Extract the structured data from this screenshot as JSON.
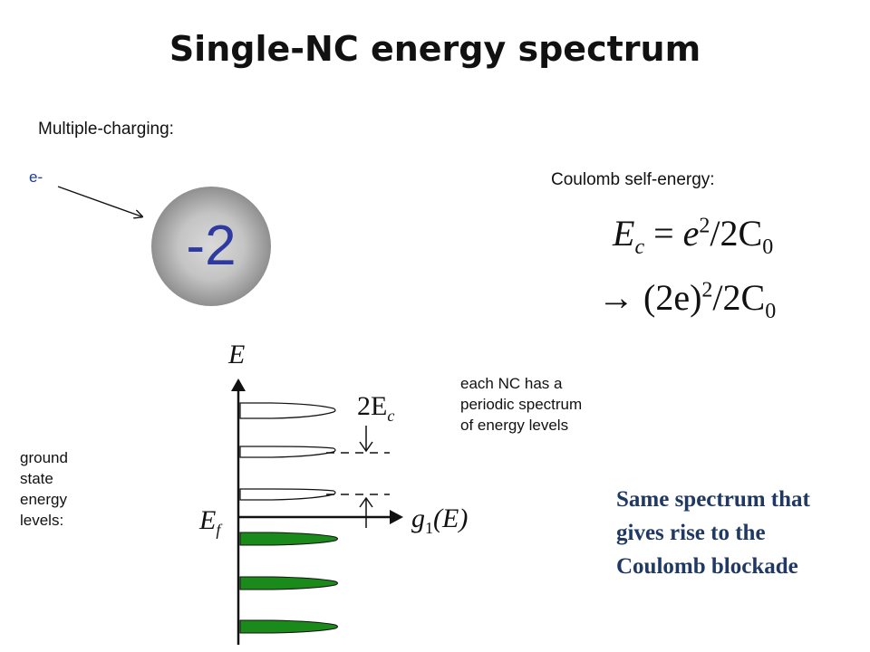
{
  "title": "Single-NC energy spectrum",
  "multiple_charging_label": "Multiple-charging:",
  "electron_label": "e-",
  "charge_value": "-2",
  "coulomb_label": "Coulomb self-energy:",
  "equation1": {
    "lhs": "E",
    "lhs_sub": "c",
    "eq_e": "e",
    "eq_e_sup": "2",
    "eq_denominator": "/2C",
    "eq_denominator_sub": "0"
  },
  "equation2": {
    "arrow": "→",
    "paren": "(2e)",
    "paren_sup": "2",
    "denominator": "/2C",
    "denominator_sub": "0"
  },
  "diagram": {
    "energy_axis_label": "E",
    "spacing_label": "2E",
    "spacing_label_sub": "c",
    "fermi_label": "E",
    "fermi_label_sub": "f",
    "dos_label": "g",
    "dos_label_sub": "1",
    "dos_label_arg": "(E)"
  },
  "ground_state_text": "ground state energy levels:",
  "periodic_text": "each NC has a periodic spectrum of energy levels",
  "blockade_note": "Same spectrum that gives rise to the Coulomb blockade",
  "colors": {
    "sphere": "#a6a6a6",
    "charge_text": "#2f3aa0",
    "electron_text": "#1e3aa8",
    "filled_level": "#1a8a1a",
    "note_text": "#1f3864"
  }
}
